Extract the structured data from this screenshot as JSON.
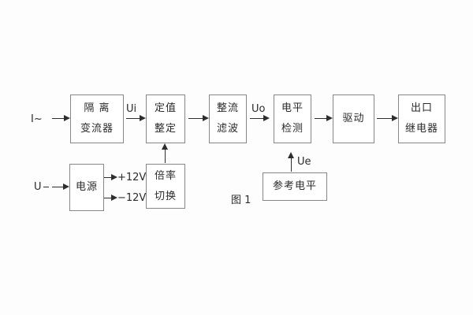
{
  "figure": {
    "caption": "图 1",
    "background_color": "#fdfdfd",
    "box_border_color": "#878787",
    "line_color": "#2e2e2e",
    "text_color": "#2b2b2b"
  },
  "labels": {
    "input_current": "I~",
    "input_voltage": "U",
    "ui": "Ui",
    "uo": "Uo",
    "ue": "Ue",
    "plus_12v": "+12V",
    "minus_12v": "−12V"
  },
  "blocks": {
    "isolation_ct": {
      "line1": "隔 离",
      "line2": "变流器"
    },
    "setting": {
      "line1": "定值",
      "line2": "整定"
    },
    "rectifier_filter": {
      "line1": "整流",
      "line2": "滤波"
    },
    "level_detector": {
      "line1": "电平",
      "line2": "检测"
    },
    "driver": {
      "line1": "驱动"
    },
    "output_relay": {
      "line1": "出口",
      "line2": "继电器"
    },
    "power_supply": {
      "line1": "电源"
    },
    "ratio_switch": {
      "line1": "倍率",
      "line2": "切换"
    },
    "reference_level": {
      "line1": "参考电平"
    }
  }
}
